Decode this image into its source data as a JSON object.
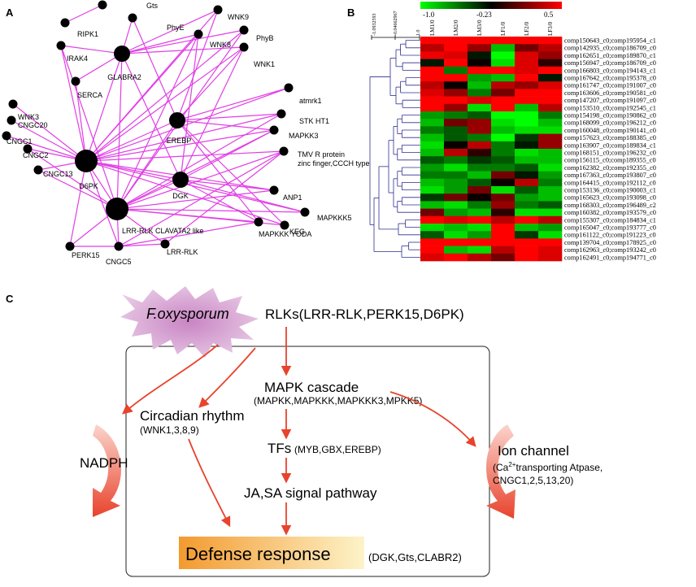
{
  "panels": {
    "a": "A",
    "b": "B",
    "c": "C"
  },
  "network": {
    "edge_color": "#e13fe6",
    "nodes": [
      {
        "id": "gts",
        "label": "Gts",
        "size": "s"
      },
      {
        "id": "ripk1",
        "label": "RIPK1",
        "size": "s"
      },
      {
        "id": "phye",
        "label": "PhyE",
        "size": "s"
      },
      {
        "id": "wnk9",
        "label": "WNK9",
        "size": "s"
      },
      {
        "id": "phyb",
        "label": "PhyB",
        "size": "s"
      },
      {
        "id": "wnk8",
        "label": "WNK8",
        "size": "s"
      },
      {
        "id": "wnk1",
        "label": "WNK1",
        "size": "s"
      },
      {
        "id": "irak4",
        "label": "IRAK4",
        "size": "s"
      },
      {
        "id": "glabra2",
        "label": "GLABRA2",
        "size": "m"
      },
      {
        "id": "serca",
        "label": "SERCA",
        "size": "s"
      },
      {
        "id": "atmrk1",
        "label": "atmrk1",
        "size": "s"
      },
      {
        "id": "erebp",
        "label": "EREBP",
        "size": "m"
      },
      {
        "id": "stkht1",
        "label": "STK HT1",
        "size": "s"
      },
      {
        "id": "wnk3",
        "label": "WNK3",
        "size": "s"
      },
      {
        "id": "mapkk3",
        "label": "MAPKK3",
        "size": "s"
      },
      {
        "id": "cngc20",
        "label": "CNGC20",
        "size": "s"
      },
      {
        "id": "cngc1",
        "label": "CNGC1",
        "size": "s"
      },
      {
        "id": "d6pk",
        "label": "D6PK",
        "size": "l"
      },
      {
        "id": "tmvr",
        "label": "TMV R protein\nzinc finger,CCCH type",
        "size": "s"
      },
      {
        "id": "cngc2",
        "label": "CNGC2",
        "size": "s"
      },
      {
        "id": "dgk",
        "label": "DGK",
        "size": "m"
      },
      {
        "id": "anp1",
        "label": "ANP1",
        "size": "s"
      },
      {
        "id": "cngc13",
        "label": "CNGC13",
        "size": "s"
      },
      {
        "id": "mapkkk5",
        "label": "MAPKKK5",
        "size": "s"
      },
      {
        "id": "lrrclav",
        "label": "LRR-RLK CLAVATA2 like",
        "size": "l"
      },
      {
        "id": "keg",
        "label": "KEG",
        "size": "s"
      },
      {
        "id": "perk15",
        "label": "PERK15",
        "size": "s"
      },
      {
        "id": "yoda",
        "label": "MAPKKK YODA",
        "size": "s"
      },
      {
        "id": "lrrrlk",
        "label": "LRR-RLK",
        "size": "s"
      },
      {
        "id": "cngc5",
        "label": "CNGC5",
        "size": "s"
      }
    ]
  },
  "heatmap": {
    "scale_labels": [
      "-1.0",
      "-0.23",
      "0.5"
    ],
    "colorscale": {
      "min": -1.0,
      "mid": -0.23,
      "max": 0.5,
      "low_color": "#00ff00",
      "mid_color": "#000000",
      "high_color": "#ff0000"
    },
    "tree_axis_labels": [
      "1.0",
      "-0.04662967",
      "-1.0932593"
    ],
    "columns": [
      "LM1/0",
      "LM2/0",
      "LM3/0",
      "LF1/0",
      "LF2/0",
      "LF3/0"
    ],
    "rows": [
      {
        "label": "comp150643_c0;comp195954_c1",
        "values": [
          0.5,
          0.5,
          0.5,
          0.5,
          0.5,
          0.5
        ]
      },
      {
        "label": "comp142935_c0;comp186709_c0",
        "values": [
          0.3,
          0.5,
          0.2,
          -0.8,
          0.1,
          0.3
        ]
      },
      {
        "label": "comp162651_c0;comp189870_c1",
        "values": [
          0.45,
          0.4,
          -0.3,
          -1.0,
          0.4,
          0.2
        ]
      },
      {
        "label": "comp156947_c0;comp186709_c0",
        "values": [
          -0.3,
          0.5,
          -0.2,
          -0.9,
          0.4,
          -0.1
        ]
      },
      {
        "label": "comp166803_c0;comp194143_c1",
        "values": [
          0.5,
          -0.6,
          0.5,
          0.5,
          0.4,
          0.5
        ]
      },
      {
        "label": "comp167642_c0;comp195378_c0",
        "values": [
          0.5,
          0.5,
          -0.7,
          -0.8,
          0.5,
          -0.3
        ]
      },
      {
        "label": "comp161747_c0;comp191007_c0",
        "values": [
          0.3,
          -0.2,
          -0.8,
          0.3,
          0.2,
          0.4
        ]
      },
      {
        "label": "comp163606_c0;comp190581_c0",
        "values": [
          0.4,
          0.2,
          -0.6,
          0.1,
          0.5,
          0.5
        ]
      },
      {
        "label": "comp147207_c0;comp191097_c0",
        "values": [
          0.5,
          0.5,
          0.4,
          0.5,
          0.5,
          0.5
        ]
      },
      {
        "label": "comp153510_c0;comp192545_c1",
        "values": [
          0.5,
          0.2,
          -0.9,
          0.5,
          -0.8,
          0.3
        ]
      },
      {
        "label": "comp154198_c0;comp190862_c0",
        "values": [
          -0.7,
          -0.6,
          -0.5,
          -1.0,
          -1.0,
          -0.6
        ]
      },
      {
        "label": "comp168099_c0;comp196212_c0",
        "values": [
          -0.8,
          0.1,
          0.2,
          -0.9,
          -1.0,
          -0.8
        ]
      },
      {
        "label": "comp160048_c0;comp190141_c0",
        "values": [
          -0.6,
          -0.5,
          0.2,
          -0.8,
          -0.9,
          -0.9
        ]
      },
      {
        "label": "comp157623_c0;comp188385_c0",
        "values": [
          -0.8,
          -0.5,
          -0.6,
          -1.0,
          -0.4,
          0.2
        ]
      },
      {
        "label": "comp163907_c0;comp189834_c1",
        "values": [
          -0.9,
          -0.2,
          0.3,
          -0.6,
          -0.3,
          0.2
        ]
      },
      {
        "label": "comp168151_c0;comp196232_c0",
        "values": [
          -0.8,
          0.3,
          -0.1,
          -0.6,
          -0.9,
          -0.8
        ]
      },
      {
        "label": "comp156115_c0;comp189355_c0",
        "values": [
          -0.5,
          -0.6,
          -0.4,
          -0.5,
          -0.8,
          -0.8
        ]
      },
      {
        "label": "comp162382_c0;comp192355_c0",
        "values": [
          -0.7,
          -0.9,
          -0.6,
          -0.6,
          -0.5,
          -0.9
        ]
      },
      {
        "label": "comp167363_c0;comp193807_c0",
        "values": [
          -0.6,
          -0.6,
          -0.8,
          0.1,
          -0.3,
          -0.7
        ]
      },
      {
        "label": "comp164415_c0;comp192112_c0",
        "values": [
          -0.8,
          -0.7,
          -0.5,
          -0.2,
          0.3,
          -0.6
        ]
      },
      {
        "label": "comp153136_c0;comp190003_c1",
        "values": [
          -0.9,
          -0.7,
          0.1,
          -0.9,
          -0.5,
          -0.8
        ]
      },
      {
        "label": "comp165623_c0;comp193098_c0",
        "values": [
          -0.4,
          0.1,
          -0.2,
          0.1,
          -0.7,
          -0.8
        ]
      },
      {
        "label": "comp168303_c0;comp196489_c2",
        "values": [
          -0.8,
          -0.9,
          -0.6,
          0.2,
          -0.6,
          -0.5
        ]
      },
      {
        "label": "comp160382_c0;comp193579_c0",
        "values": [
          0.1,
          -0.7,
          -0.8,
          -0.1,
          -0.9,
          -0.9
        ]
      },
      {
        "label": "comp155307_c0;comp184834_c1",
        "values": [
          0.5,
          0.4,
          0.5,
          0.3,
          0.5,
          0.3
        ]
      },
      {
        "label": "comp165047_c0;comp193777_c0",
        "values": [
          -0.9,
          -0.8,
          -0.9,
          0.5,
          -0.8,
          -0.7
        ]
      },
      {
        "label": "comp161122_c0;comp191223_c0",
        "values": [
          -0.5,
          -0.9,
          -0.7,
          0.5,
          -0.4,
          -0.9
        ]
      },
      {
        "label": "comp139704_c0;comp178925_c0",
        "values": [
          0.5,
          0.5,
          0.5,
          0.5,
          0.5,
          0.5
        ]
      },
      {
        "label": "comp162963_c0;comp193242_c0",
        "values": [
          0.5,
          -0.8,
          -0.9,
          0.3,
          0.5,
          0.4
        ]
      },
      {
        "label": "comp162491_c0;comp194771_c0",
        "values": [
          0.4,
          0.5,
          0.3,
          0.1,
          0.5,
          0.4
        ]
      }
    ]
  },
  "pathway": {
    "pathogen": "F.oxysporum",
    "rlks": "RLKs(LRR-RLK,PERK15,D6PK)",
    "mapk_title": "MAPK cascade",
    "mapk_sub": "(MAPKK,MAPKKK,MAPKKK3,MPKK5)",
    "circadian_title": "Circadian rhythm",
    "circadian_sub": "(WNK1,3,8,9)",
    "tfs_title": "TFs",
    "tfs_sub": "(MYB,GBX,EREBP)",
    "ja_title": "JA,SA signal pathway",
    "defense_title": "Defense response",
    "defense_sub": "(DGK,Gts,CLABR2)",
    "nadph": "NADPH",
    "ion_title": "Ion channel",
    "ion_sub_pre": "(Ca",
    "ion_sub_sup": "2+",
    "ion_sub_post": "transporting Atpase,",
    "ion_sub2": "CNGC1,2,5,13,20)",
    "arrow_color": "#e8432c"
  }
}
